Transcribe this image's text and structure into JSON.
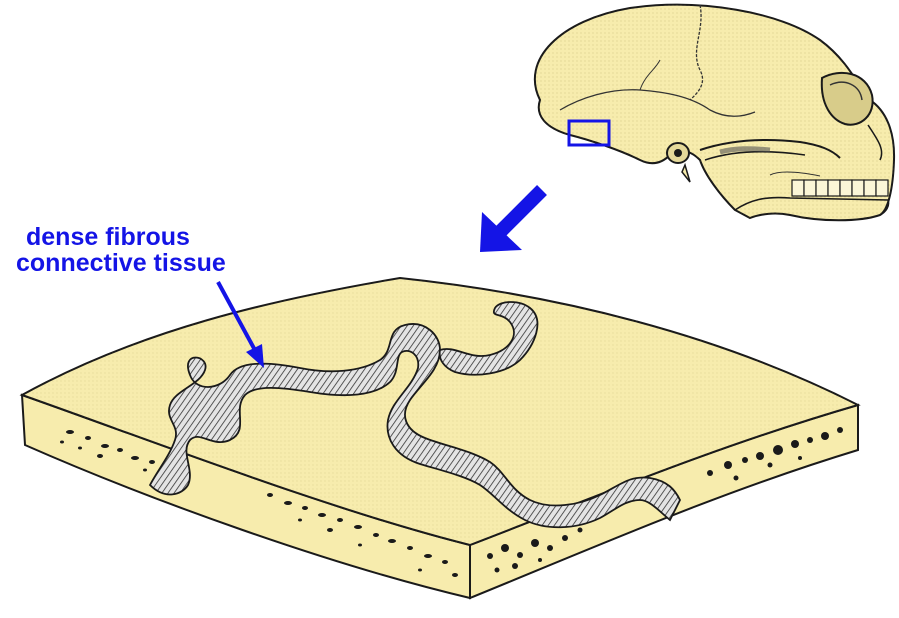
{
  "label": {
    "line1": "dense fibrous",
    "line2": "connective tissue"
  },
  "colors": {
    "bone": "#f7ecad",
    "outline": "#1a1a1a",
    "accent": "#1414e6",
    "tissue_light": "#e7e7e7",
    "tissue_dark": "#5a5a5a"
  },
  "icons": [
    "skull-illustration",
    "zoom-box",
    "zoom-arrow",
    "pointer-arrow",
    "bone-section"
  ]
}
